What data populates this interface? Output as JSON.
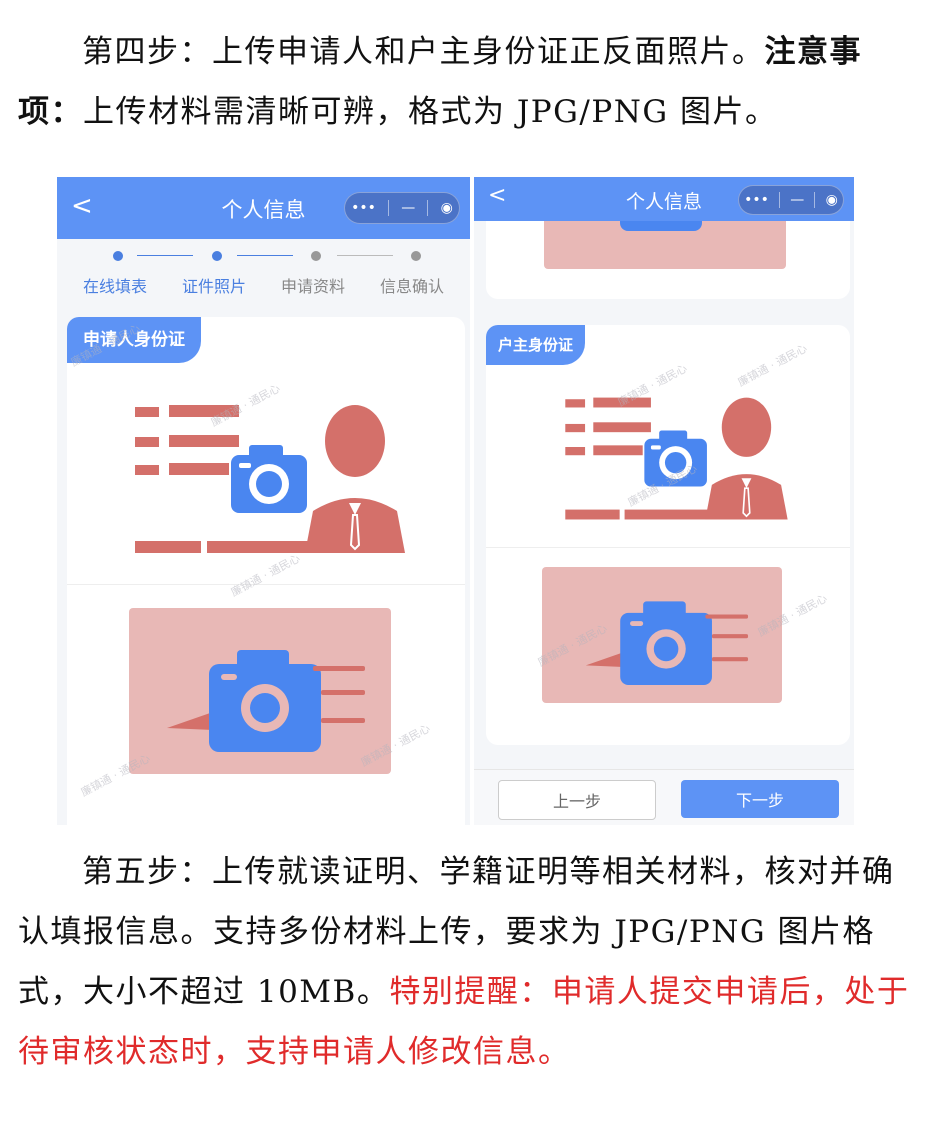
{
  "intro": {
    "lead": "第四步：上传申请人和户主身份证正反面照片。",
    "bold": "注意事项：",
    "tail": "上传材料需清晰可辨，格式为 JPG/PNG 图片。"
  },
  "phone_left": {
    "back": "<",
    "title": "个人信息",
    "capsule_menu": "•••",
    "capsule_min": "—",
    "capsule_close": "◉",
    "steps": [
      "在线填表",
      "证件照片",
      "申请资料",
      "信息确认"
    ],
    "card_tag": "申请人身份证"
  },
  "phone_right": {
    "back": "<",
    "title": "个人信息",
    "capsule_menu": "•••",
    "capsule_min": "—",
    "capsule_close": "◉",
    "card_tag": "户主身份证",
    "prev_button": "上一步",
    "next_button": "下一步"
  },
  "watermark": "廉镇通 · 通民心",
  "outro": {
    "text": "第五步：上传就读证明、学籍证明等相关材料，核对并确认填报信息。支持多份材料上传，要求为 JPG/PNG 图片格式，大小不超过 10MB。",
    "red": "特别提醒：申请人提交申请后，处于待审核状态时，支持申请人修改信息。"
  },
  "colors": {
    "primary": "#5d93f5",
    "illustration": "#d4706a",
    "card_back": "#e8b8b6",
    "camera": "#4a86f0",
    "reminder": "#e02b2b"
  }
}
